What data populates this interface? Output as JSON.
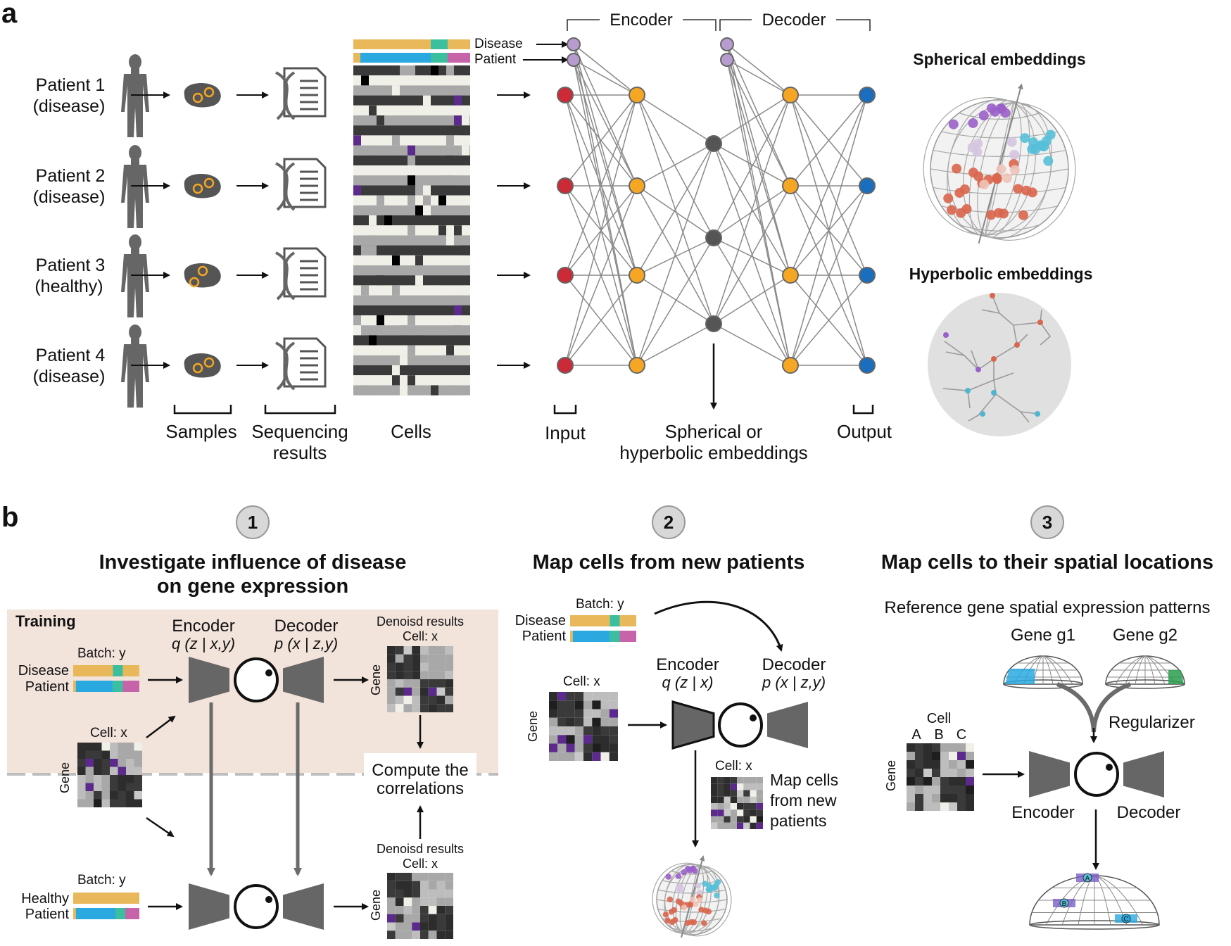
{
  "panel_a": {
    "letter": "a",
    "patients": [
      {
        "name": "Patient 1",
        "status": "(disease)"
      },
      {
        "name": "Patient 2",
        "status": "(disease)"
      },
      {
        "name": "Patient 3",
        "status": "(healthy)"
      },
      {
        "name": "Patient 4",
        "status": "(disease)"
      }
    ],
    "columns": {
      "samples": "Samples",
      "sequencing_1": "Sequencing",
      "sequencing_2": "results",
      "cells": "Cells",
      "input": "Input",
      "output": "Output",
      "embeddings_1": "Spherical or",
      "embeddings_2": "hyperbolic embeddings"
    },
    "batch_labels": {
      "disease": "Disease",
      "patient": "Patient"
    },
    "network": {
      "encoder": "Encoder",
      "decoder": "Decoder"
    },
    "embedding_titles": {
      "spherical": "Spherical embeddings",
      "hyperbolic": "Hyperbolic embeddings"
    },
    "colors": {
      "input": "#cc2a36",
      "hidden": "#f5a623",
      "latent": "#555555",
      "output": "#1a6ebd",
      "condition": "#b89cd0"
    }
  },
  "panel_b": {
    "letter": "b",
    "task1": {
      "number": "1",
      "title_1": "Investigate influence of disease",
      "title_2": "on gene expression",
      "training": "Training",
      "batch_y": "Batch: y",
      "disease": "Disease",
      "patient": "Patient",
      "healthy": "Healthy",
      "cell_x": "Cell: x",
      "gene": "Gene",
      "encoder": "Encoder",
      "encoder_formula": "q (z | x,y)",
      "decoder": "Decoder",
      "decoder_formula": "p (x | z,y)",
      "denoised_1": "Denoisd results",
      "compute_1": "Compute the",
      "compute_2": "correlations"
    },
    "task2": {
      "number": "2",
      "title": "Map cells from new patients",
      "batch_y": "Batch: y",
      "disease": "Disease",
      "patient": "Patient",
      "cell_x": "Cell: x",
      "gene": "Gene",
      "encoder": "Encoder",
      "encoder_formula": "q (z | x)",
      "decoder": "Decoder",
      "decoder_formula": "p (x | z,y)",
      "map_1": "Map cells",
      "map_2": "from new",
      "map_3": "patients"
    },
    "task3": {
      "number": "3",
      "title": "Map cells to their spatial locations",
      "subtitle": "Reference gene spatial expression patterns",
      "gene_g1": "Gene g1",
      "gene_g2": "Gene g2",
      "regularizer": "Regularizer",
      "cell": "Cell",
      "cols": [
        "A",
        "B",
        "C"
      ],
      "gene": "Gene",
      "encoder": "Encoder",
      "decoder": "Decoder",
      "markers": [
        "A",
        "B",
        "C"
      ]
    }
  }
}
